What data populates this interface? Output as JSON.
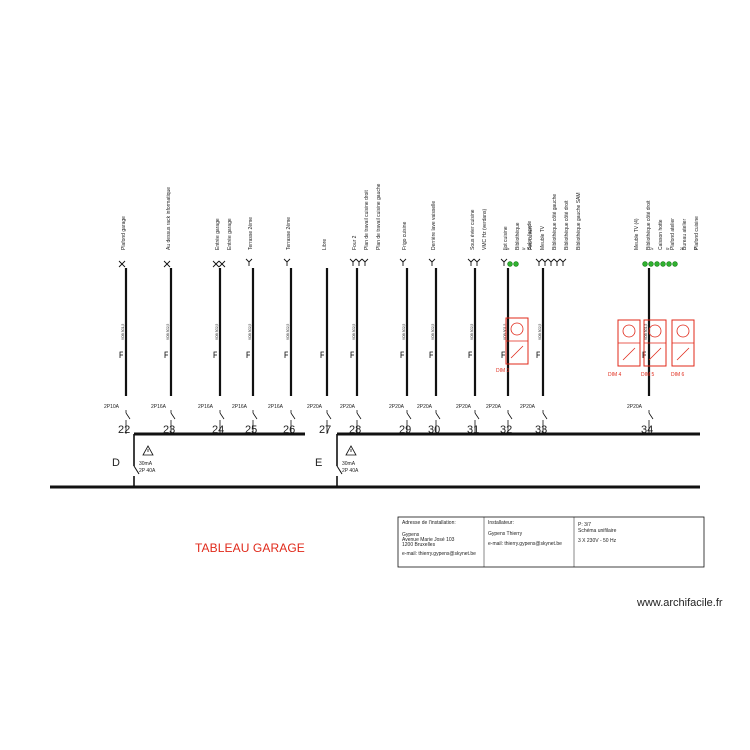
{
  "title": "TABLEAU GARAGE",
  "watermark": "www.archifacile.fr",
  "differentials": [
    {
      "id": "D",
      "label": "30mA\n2P 40A"
    },
    {
      "id": "E",
      "label": "30mA\n2P 40A"
    }
  ],
  "circuits": [
    {
      "num": "22",
      "rating": "2P10A",
      "loads": [
        "Plafond garage"
      ],
      "cable": "VOB 3G1,5"
    },
    {
      "num": "23",
      "rating": "2P16A",
      "loads": [
        "Au dessus rack informatique"
      ],
      "cable": "VOB 3G2,5"
    },
    {
      "num": "24",
      "rating": "2P16A",
      "loads": [
        "Entrée garage",
        "Entrée garage"
      ],
      "cable": "VOB 3G2,5"
    },
    {
      "num": "25",
      "rating": "2P16A",
      "loads": [
        "Terrasse 2ème"
      ],
      "cable": "VOB 3G2,5"
    },
    {
      "num": "26",
      "rating": "2P16A",
      "loads": [
        "Terrasse 2ème"
      ],
      "cable": "VOB 3G2,5"
    },
    {
      "num": "27",
      "rating": "2P20A",
      "loads": [
        "Libre"
      ],
      "cable": ""
    },
    {
      "num": "28",
      "rating": "2P20A",
      "loads": [
        "Four 2",
        "Plan de travail cuisine droit",
        "Plan de travail cuisine gauche"
      ],
      "cable": "VOB 3G2,5"
    },
    {
      "num": "29",
      "rating": "2P20A",
      "loads": [
        "Frigo cuisine"
      ],
      "cable": "VOB 3G2,5"
    },
    {
      "num": "30",
      "rating": "2P20A",
      "loads": [
        "Derrière lave vaisselle"
      ],
      "cable": "VOB 3G2,5"
    },
    {
      "num": "31",
      "rating": "2P20A",
      "loads": [
        "Sous évier cuisine",
        "VMC Hz (verdans)"
      ],
      "cable": "VOB 3G2,5"
    },
    {
      "num": "32",
      "rating": "2P20A",
      "loads": [
        "Ilot cuisine",
        "Bibliothèque",
        "Salon façade"
      ],
      "cable": "VOB 3G1,5"
    },
    {
      "num": "33",
      "rating": "2P20A",
      "loads": [
        "Feu ouvert",
        "Meuble TV",
        "Bibliothèque côté gauche",
        "Bibliothèque côté droit",
        "Bibliothèque gauche SAM"
      ],
      "cable": "VOB 3G2,5"
    },
    {
      "num": "34",
      "rating": "2P20A",
      "loads": [
        "Meuble TV (4)",
        "Bibliothèque côté droit",
        "Caisson hotte",
        "Plafond atelier",
        "Bureau atelier",
        "Plafond cuisine"
      ],
      "cable": "VOB 3G1,5"
    }
  ],
  "dimmers": [
    "DIM 3",
    "DIM 4",
    "DIM 5",
    "DIM 6"
  ],
  "lamp_counts": [
    "3x",
    "3x",
    "2x",
    "6x",
    "2x",
    "6x"
  ],
  "info_block": {
    "address_header": "Adresse de l'installation:",
    "address_lines": [
      "Gypens",
      "Avenue Marie José 103",
      "1200 Bruxelles"
    ],
    "address_email": "e-mail: thierry.gypens@skynet.be",
    "installer_header": "Installateur:",
    "installer_name": "Gypens Thierry",
    "installer_email": "e-mail: thierry.gypens@skynet.be",
    "page": "P: 3/7",
    "scheme": "Schéma unifilaire",
    "supply": "3 X 230V - 50 Hz"
  }
}
